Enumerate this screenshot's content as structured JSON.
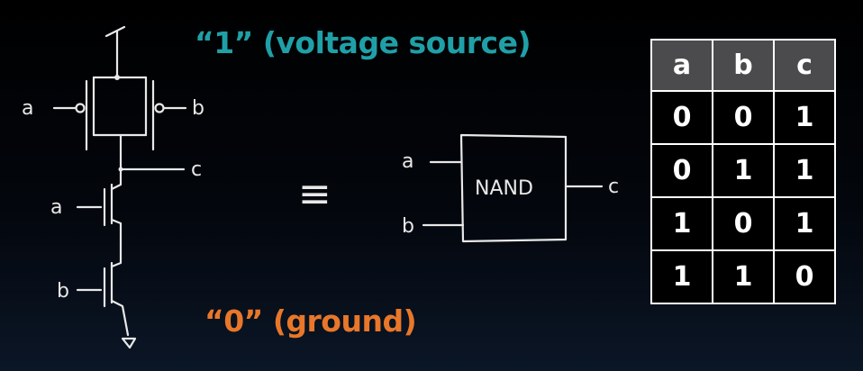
{
  "labels": {
    "voltage_source": "“1” (voltage source)",
    "ground": "“0” (ground)",
    "equivalent": "≡"
  },
  "circuit": {
    "pmos_a": "a",
    "pmos_b": "b",
    "output_c": "c",
    "nmos_a": "a",
    "nmos_b": "b"
  },
  "gate": {
    "name": "NAND",
    "input_a": "a",
    "input_b": "b",
    "output": "c"
  },
  "truth_table": {
    "headers": [
      "a",
      "b",
      "c"
    ],
    "rows": [
      [
        "0",
        "0",
        "1"
      ],
      [
        "0",
        "1",
        "1"
      ],
      [
        "1",
        "0",
        "1"
      ],
      [
        "1",
        "1",
        "0"
      ]
    ]
  },
  "colors": {
    "voltage_label": "#1fa0a8",
    "ground_label": "#e8772a",
    "header_fill": "#4b4b4d"
  }
}
